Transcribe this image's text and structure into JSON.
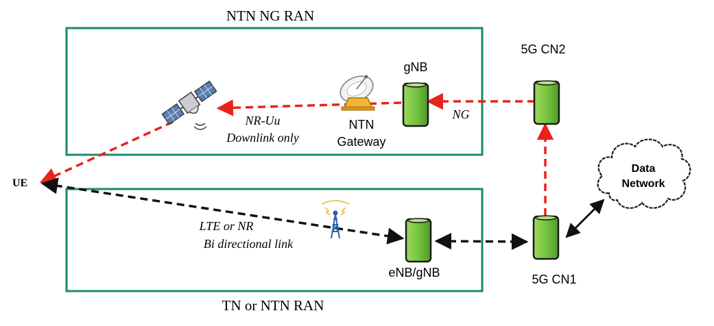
{
  "colors": {
    "box_border": "#1a8a6a",
    "node_fill": "#76c442",
    "node_stroke": "#1a1a1a",
    "red_link": "#e8231c",
    "black_link": "#111111"
  },
  "labels": {
    "top_region": "NTN NG RAN",
    "bottom_region": "TN or NTN RAN",
    "ue": "UE",
    "gnb": "gNB",
    "cn2": "5G CN2",
    "cn1": "5G CN1",
    "enb_gnb": "eNB/gNB",
    "gateway_line1": "NTN",
    "gateway_line2": "Gateway",
    "ng": "NG",
    "nr_uu_line1": "NR-Uu",
    "nr_uu_line2": "Downlink only",
    "lte_line1": "LTE or NR",
    "lte_line2": "Bi directional link",
    "data_network_line1": "Data",
    "data_network_line2": "Network"
  },
  "icons": {
    "satellite": "satellite-icon",
    "dish": "satellite-dish-icon",
    "tower": "radio-tower-icon",
    "cloud": "cloud-icon"
  }
}
